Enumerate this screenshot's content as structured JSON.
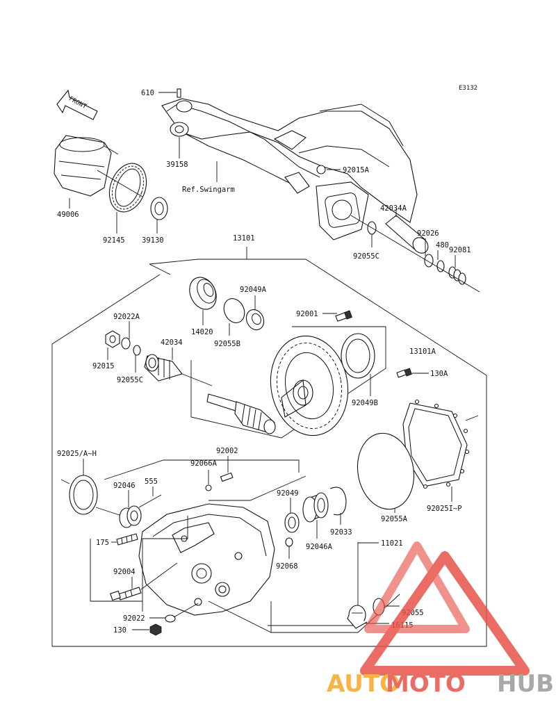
{
  "diagram_code": "E3132",
  "front_label": "FRONT",
  "ref_label": "Ref.Swingarm",
  "parts": {
    "p610": "610",
    "p39158": "39158",
    "p92015A": "92015A",
    "p49006": "49006",
    "p92145": "92145",
    "p39130": "39130",
    "p42034A": "42034A",
    "p92026": "92026",
    "p480": "480",
    "p92081": "92081",
    "p92055C_top": "92055C",
    "p13101": "13101",
    "p92049A": "92049A",
    "p92001": "92001",
    "p92022A": "92022A",
    "p14020": "14020",
    "p92055B": "92055B",
    "p42034": "42034",
    "p92015": "92015",
    "p92055C_mid": "92055C",
    "p13101A": "13101A",
    "p130A": "130A",
    "p92049B": "92049B",
    "p92025": "92025/A~H",
    "p92002": "92002",
    "p92066A": "92066A",
    "p92046": "92046",
    "p555": "555",
    "p92049": "92049",
    "p92046A": "92046A",
    "p92033": "92033",
    "p92055A": "92055A",
    "p92025I": "92025I~P",
    "p11021": "11021",
    "p175": "175",
    "p92068": "92068",
    "p92004": "92004",
    "p92022": "92022",
    "p130": "130",
    "p92055": "92055",
    "p16115": "16115"
  },
  "watermark": {
    "part1": "AUTO",
    "part2": "MOTO",
    "part3": "HUB",
    "color_orange": "#f6a623",
    "color_red": "#e8534a",
    "color_gray": "#9a9a9a"
  }
}
